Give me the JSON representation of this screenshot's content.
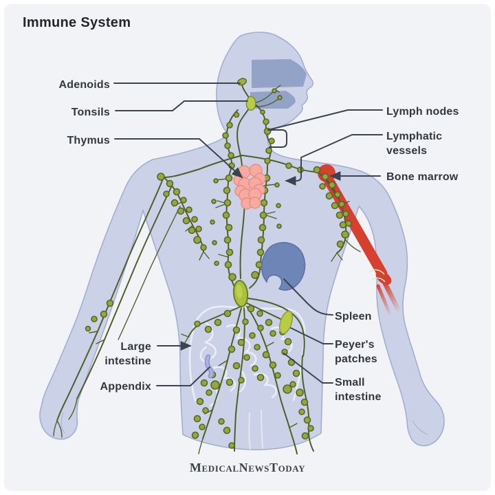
{
  "title": "Immune System",
  "brand_footer": "MedicalNewsToday",
  "labels": {
    "adenoids": "Adenoids",
    "tonsils": "Tonsils",
    "thymus": "Thymus",
    "lymph_nodes": "Lymph nodes",
    "lymphatic_vessels": "Lymphatic\nvessels",
    "bone_marrow": "Bone marrow",
    "spleen": "Spleen",
    "peyers_patches": "Peyer's\npatches",
    "small_intestine": "Small\nintestine",
    "large_intestine": "Large\nintestine",
    "appendix": "Appendix"
  },
  "colors": {
    "background": "#f2f3f6",
    "body-fill": "#cbd2e7",
    "body-outline": "#a3aecf",
    "cavity-fill": "#8fa0c5",
    "lymph-vessel": "#4f5e28",
    "lymph-node-fill": "#94a73d",
    "lymph-node-stroke": "#57652a",
    "organ-green": "#a9c13b",
    "organ-green-bright": "#b9cc44",
    "thymus-fill": "#f6aba2",
    "thymus-stroke": "#ee8b80",
    "spleen-fill": "#6e85b8",
    "spleen-stroke": "#58709f",
    "bone-red": "#d6402e",
    "bone-joint-line": "#f3e5c0",
    "appendix-fill": "#aab4dc",
    "intestine-line": "#eef1f8",
    "callout-line": "#3c434c",
    "label-text": "#32373e",
    "title-text": "#23262b",
    "footer-text": "#3c4049"
  }
}
